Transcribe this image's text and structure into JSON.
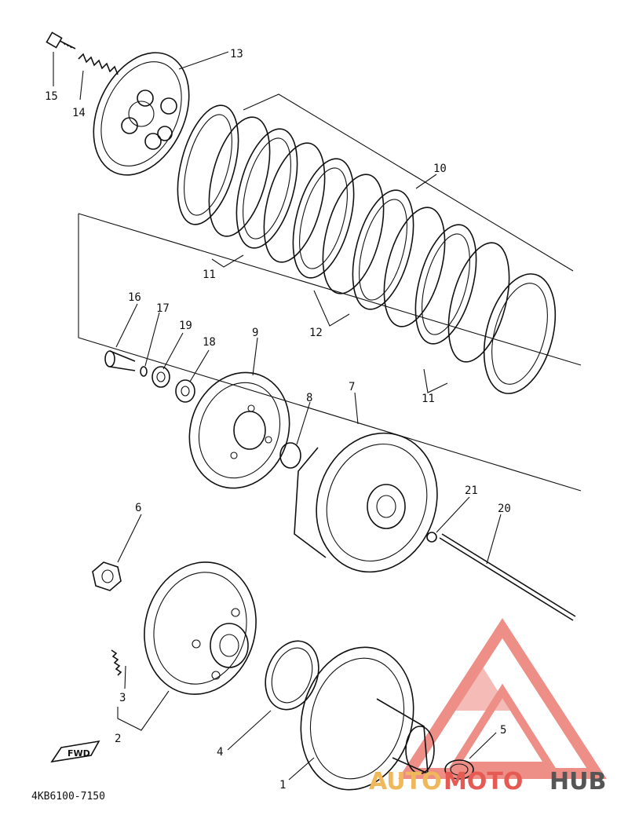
{
  "diagram": {
    "part_labels": [
      {
        "id": "1",
        "text": "1"
      },
      {
        "id": "2",
        "text": "2"
      },
      {
        "id": "3",
        "text": "3"
      },
      {
        "id": "4",
        "text": "4"
      },
      {
        "id": "5",
        "text": "5"
      },
      {
        "id": "6",
        "text": "6"
      },
      {
        "id": "7",
        "text": "7"
      },
      {
        "id": "8",
        "text": "8"
      },
      {
        "id": "9",
        "text": "9"
      },
      {
        "id": "10",
        "text": "10"
      },
      {
        "id": "11a",
        "text": "11"
      },
      {
        "id": "11b",
        "text": "11"
      },
      {
        "id": "12",
        "text": "12"
      },
      {
        "id": "13",
        "text": "13"
      },
      {
        "id": "14",
        "text": "14"
      },
      {
        "id": "15",
        "text": "15"
      },
      {
        "id": "16",
        "text": "16"
      },
      {
        "id": "17",
        "text": "17"
      },
      {
        "id": "18",
        "text": "18"
      },
      {
        "id": "19",
        "text": "19"
      },
      {
        "id": "20",
        "text": "20"
      },
      {
        "id": "21",
        "text": "21"
      }
    ],
    "diagram_code": "4KB6100-7150",
    "direction_badge": "FWD"
  },
  "watermark": {
    "part1": "AUTO",
    "part2": "MOTO",
    "part3": "HUB",
    "colors": {
      "auto": "#f0b85a",
      "moto": "#e55a52",
      "hub": "#555555",
      "logo": "#e8695f"
    }
  }
}
